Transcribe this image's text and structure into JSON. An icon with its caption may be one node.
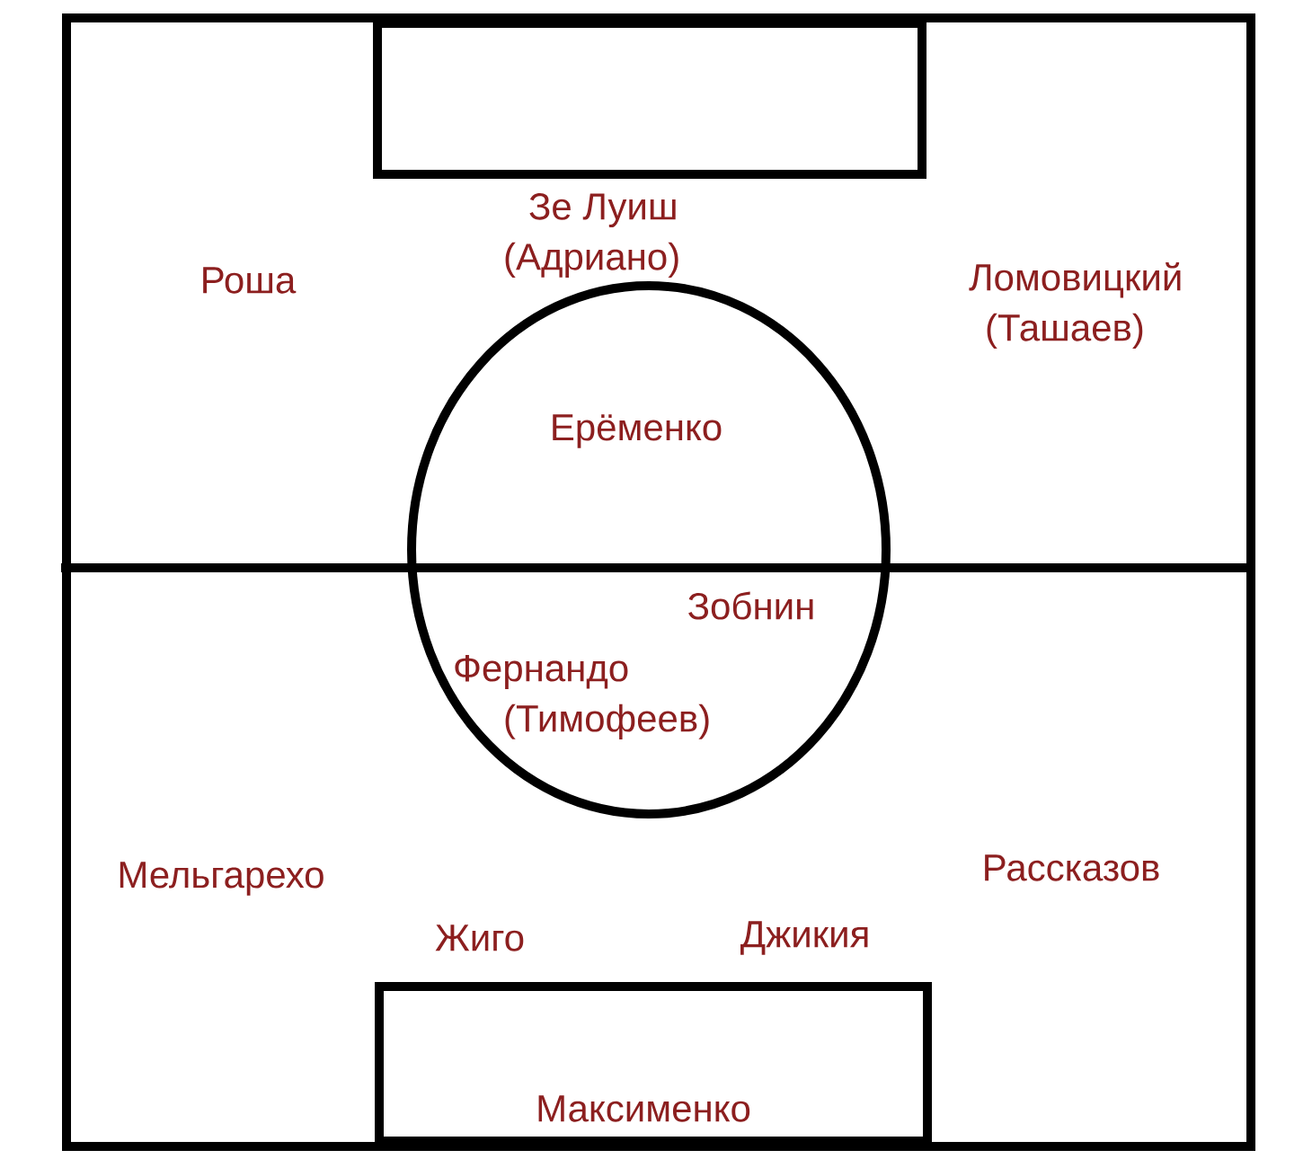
{
  "diagram": {
    "nodes": [
      {
        "text": [
          "Зе Луиш (Адриано)",
          "Роша",
          "Ломовицкий (Ташаев)",
          "Мельгарехо",
          "Рассказов",
          "Жиго",
          "Джикия"
        ]
      },
      {
        "text": [],
        "shape": "box",
        "in": 0
      },
      {
        "text": [
          "Ерёменко",
          "Зобнин",
          "Фернандо (Тимофеев)"
        ],
        "in": 0
      },
      {
        "text": [
          "Максименко"
        ],
        "in": 0
      }
    ]
  }
}
